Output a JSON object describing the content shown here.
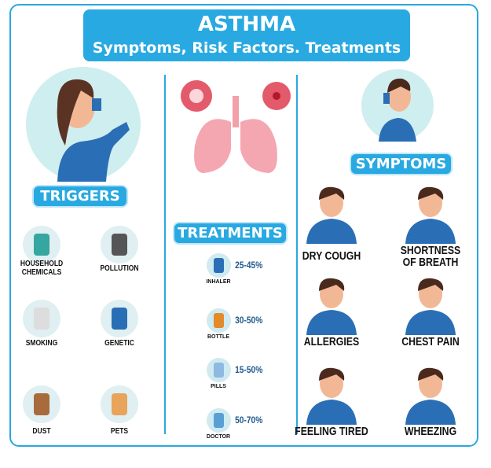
{
  "header": {
    "title": "ASTHMA",
    "subtitle": "Symptoms, Risk Factors. Treatments"
  },
  "triggers": {
    "heading": "TRIGGERS",
    "items": [
      {
        "label_lines": [
          "HOUSEHOLD",
          "CHEMICALS"
        ],
        "icon": "spray-bottles-icon"
      },
      {
        "label_lines": [
          "POLLUTION"
        ],
        "icon": "factory-icon"
      },
      {
        "label_lines": [
          "SMOKING"
        ],
        "icon": "cigarette-icon"
      },
      {
        "label_lines": [
          "GENETIC"
        ],
        "icon": "dna-icon"
      },
      {
        "label_lines": [
          "DUST"
        ],
        "icon": "broom-icon"
      },
      {
        "label_lines": [
          "PETS"
        ],
        "icon": "cat-icon"
      }
    ]
  },
  "treatments": {
    "heading": "TREATMENTS",
    "items": [
      {
        "label": "INHALER",
        "percent": "25-45%",
        "icon": "inhaler-icon"
      },
      {
        "label": "BOTTLE",
        "percent": "30-50%",
        "icon": "bottle-icon"
      },
      {
        "label": "PILLS",
        "percent": "15-50%",
        "icon": "pills-icon"
      },
      {
        "label": "DOCTOR",
        "percent": "50-70%",
        "icon": "doctor-icon"
      }
    ]
  },
  "symptoms": {
    "heading": "SYMPTOMS",
    "items": [
      {
        "label_lines": [
          "DRY COUGH"
        ]
      },
      {
        "label_lines": [
          "SHORTNESS",
          "OF BREATH"
        ]
      },
      {
        "label_lines": [
          "ALLERGIES"
        ]
      },
      {
        "label_lines": [
          "CHEST PAIN"
        ]
      },
      {
        "label_lines": [
          "FEELING TIRED"
        ]
      },
      {
        "label_lines": [
          "WHEEZING"
        ]
      }
    ]
  },
  "colors": {
    "accent": "#29a9e1",
    "percent": "#1e5a8e",
    "circle": "#cfeef0",
    "shirt": "#2a6fb5"
  }
}
